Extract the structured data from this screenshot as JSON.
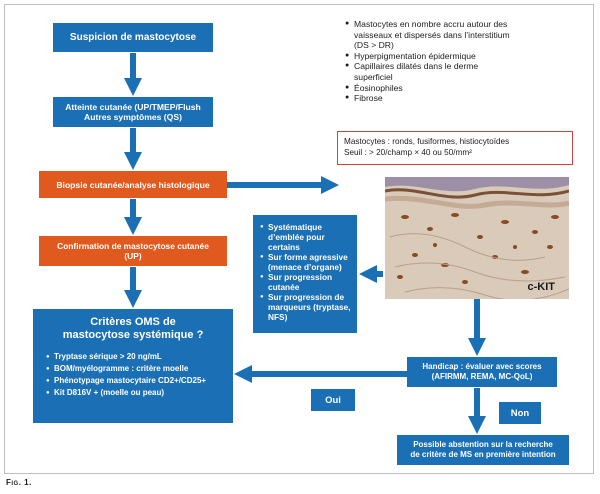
{
  "nodes": {
    "suspicion": "Suspicion de mastocytose",
    "atteinte_line1": "Atteinte cutanée (UP/TMEP/Flush",
    "atteinte_line2": "Autres symptômes (QS)",
    "biopsie": "Biopsie cutanée/analyse histologique",
    "confirmation_line1": "Confirmation de mastocytose cutanée",
    "confirmation_line2": "(UP)",
    "criteres_title_line1": "Critères OMS de",
    "criteres_title_line2": "mastocytose systémique ?",
    "criteres_items": [
      "Tryptase sérique > 20 ng/mL",
      "BOM/myélogramme : critère moelle",
      "Phénotypage mastocytaire CD2+/CD25+",
      "Kit D816V + (moelle ou peau)"
    ],
    "indications_items": [
      "Systématique d’emblée pour certains",
      "Sur forme agressive (menace d’organe)",
      "Sur progression cutanée",
      "Sur progression de marqueurs (tryptase, NFS)"
    ],
    "handicap_line1": "Handicap : évaluer avec scores",
    "handicap_line2": "(AFIRMM, REMA, MC-QoL)",
    "oui": "Oui",
    "non": "Non",
    "abstention_line1": "Possible abstention sur la recherche",
    "abstention_line2": "de critère de MS en première intention"
  },
  "histology_notes": [
    "Mastocytes en nombre accru autour des vaisseaux et dispersés dans l’interstitium (DS > DR)",
    "Hyperpigmentation épidermique",
    "Capillaires dilatés dans le derme superficiel",
    "Éosinophiles",
    "Fibrose"
  ],
  "mastocytes_box": {
    "line1": "Mastocytes : ronds, fusiformes, histiocytoïdes",
    "line2": "Seuil : > 20/champ × 40 ou 50/mm²"
  },
  "image_label": "c-KIT",
  "caption": "Fig. 1.",
  "colors": {
    "blue": "#1b6fb5",
    "orange": "#e05a1f",
    "red_border": "#d04040"
  }
}
